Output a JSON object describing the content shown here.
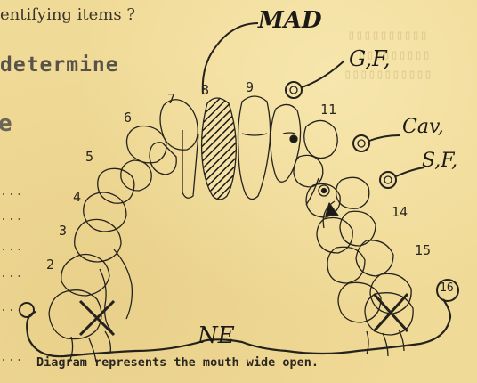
{
  "header": {
    "question_text": "entifying items ?",
    "determine_text": "determine",
    "e_letter": "e"
  },
  "left_dots": [
    "...",
    "...",
    "...",
    "...",
    "...",
    "..."
  ],
  "diagram": {
    "annotations": {
      "mad": "MAD",
      "gf": "G,F,",
      "cav": "Cav,",
      "sf": "S,F,",
      "ne": "NE"
    },
    "tooth_numbers": [
      "2",
      "3",
      "4",
      "5",
      "6",
      "7",
      "8",
      "9",
      "11",
      "14",
      "15",
      "16"
    ],
    "caption": "Diagram represents the mouth wide open."
  }
}
